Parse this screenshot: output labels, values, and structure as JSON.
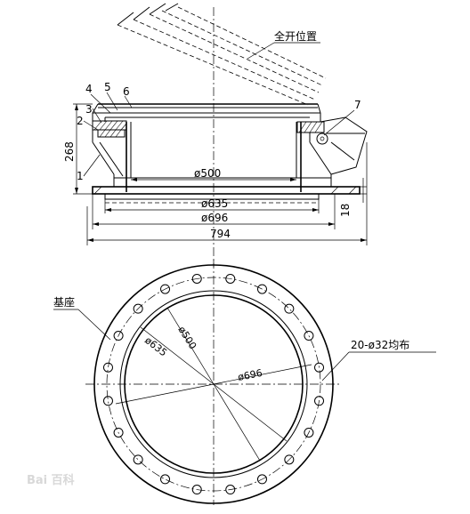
{
  "labels": {
    "full_open": "全开位置",
    "base": "基座",
    "holes": "20-ø32均布",
    "part_1": "1",
    "part_2": "2",
    "part_3": "3",
    "part_4": "4",
    "part_5": "5",
    "part_6": "6",
    "part_7": "7"
  },
  "dimensions": {
    "d500_section": "ø500",
    "d635_section": "ø635",
    "d696_section": "ø696",
    "overall_width": "794",
    "height": "268",
    "flange": "18",
    "d500_plan": "ø500",
    "d635_plan": "ø635",
    "d696_plan": "ø696"
  },
  "plan": {
    "hole_count": 20
  },
  "watermark": "Bai 百科"
}
